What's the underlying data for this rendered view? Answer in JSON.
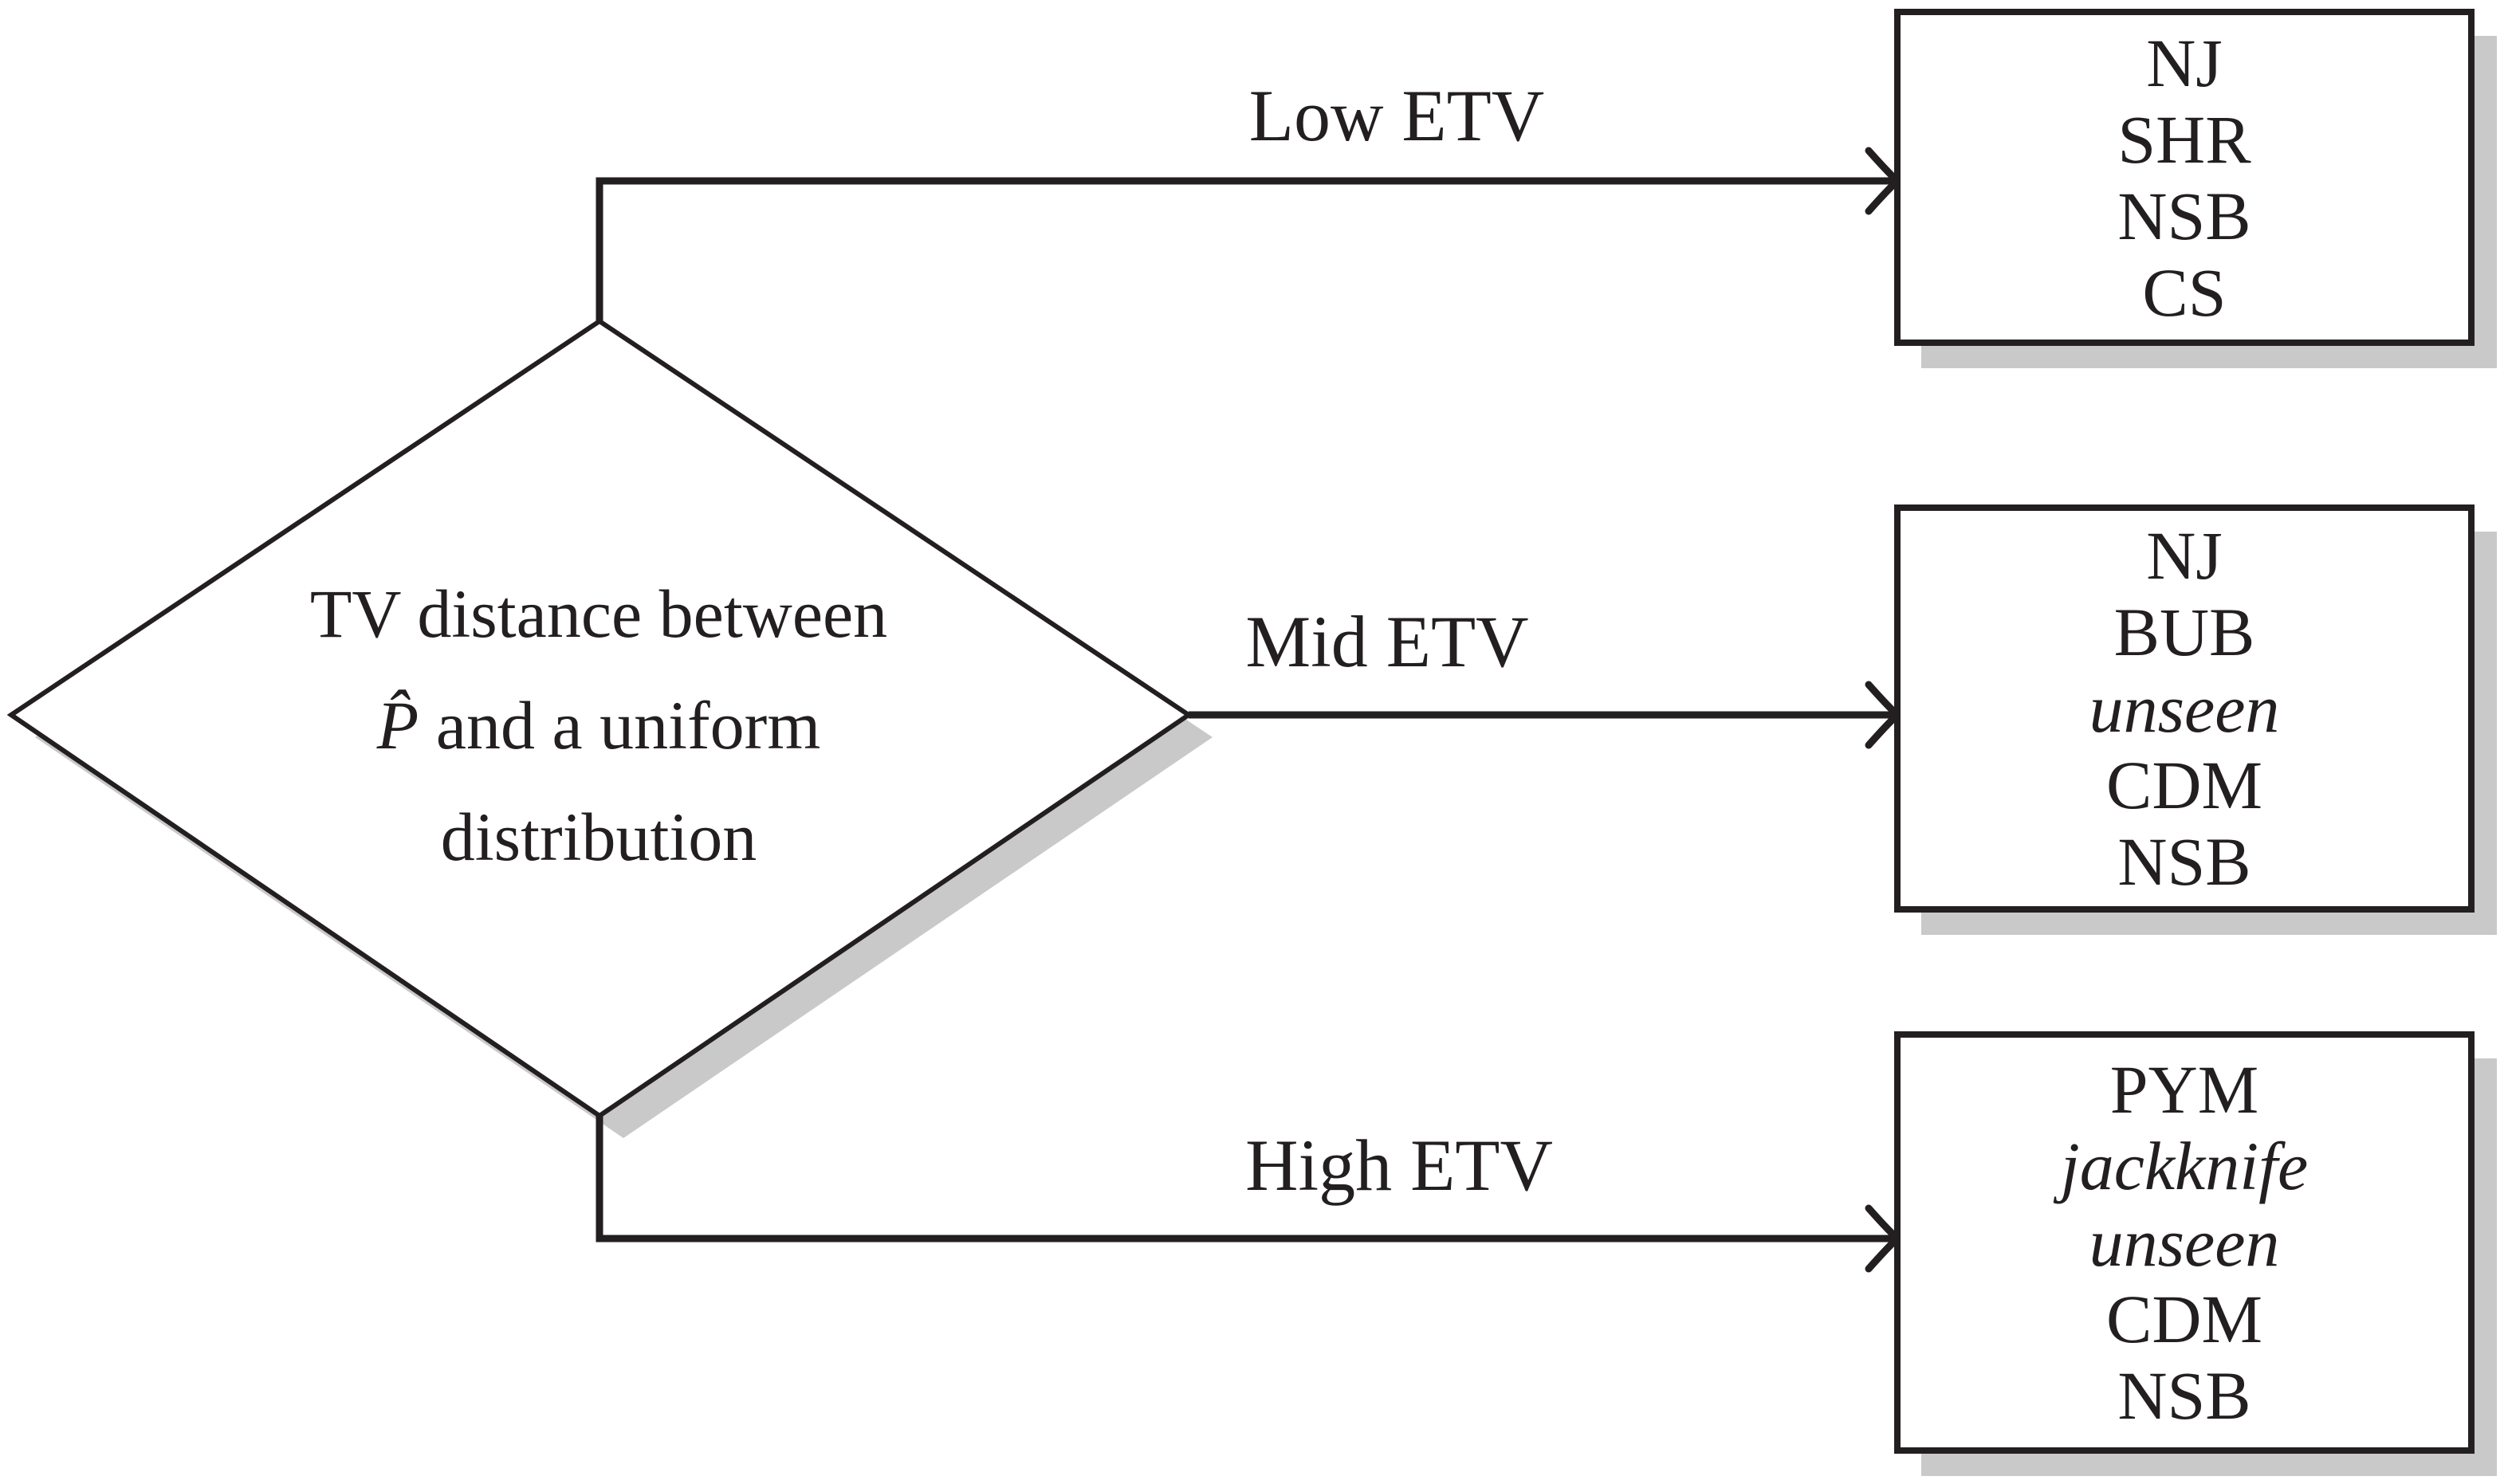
{
  "diamond": {
    "line1": "TV distance between",
    "line2_p": "P̂",
    "line2_rest": " and a uniform",
    "line3": "distribution"
  },
  "branches": [
    {
      "label": "Low ETV"
    },
    {
      "label": "Mid ETV"
    },
    {
      "label": "High ETV"
    }
  ],
  "boxes": [
    {
      "branch": "Low ETV",
      "items": [
        {
          "text": "NJ",
          "italic": false
        },
        {
          "text": "SHR",
          "italic": false
        },
        {
          "text": "NSB",
          "italic": false
        },
        {
          "text": "CS",
          "italic": false
        }
      ]
    },
    {
      "branch": "Mid ETV",
      "items": [
        {
          "text": "NJ",
          "italic": false
        },
        {
          "text": "BUB",
          "italic": false
        },
        {
          "text": "unseen",
          "italic": true
        },
        {
          "text": "CDM",
          "italic": false
        },
        {
          "text": "NSB",
          "italic": false
        }
      ]
    },
    {
      "branch": "High ETV",
      "items": [
        {
          "text": "PYM",
          "italic": false
        },
        {
          "text": "jackknife",
          "italic": true
        },
        {
          "text": "unseen",
          "italic": true
        },
        {
          "text": "CDM",
          "italic": false
        },
        {
          "text": "NSB",
          "italic": false
        }
      ]
    }
  ],
  "colors": {
    "ink": "#231f20",
    "shadow": "#c9c9c9",
    "background": "#ffffff"
  }
}
